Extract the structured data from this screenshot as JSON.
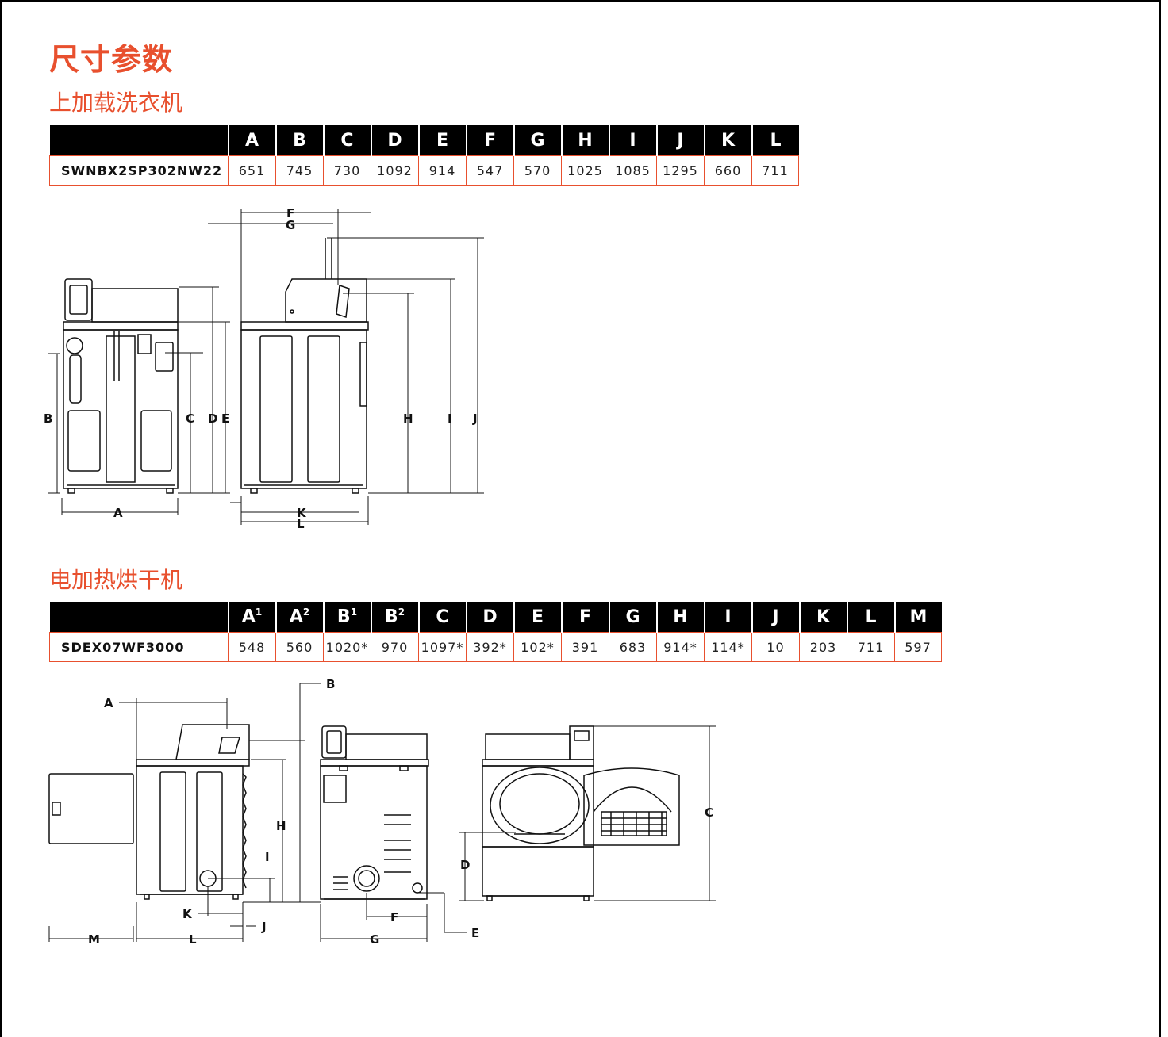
{
  "title": "尺寸参数",
  "washer": {
    "section_title": "上加载洗衣机",
    "columns": [
      "A",
      "B",
      "C",
      "D",
      "E",
      "F",
      "G",
      "H",
      "I",
      "J",
      "K",
      "L"
    ],
    "model": "SWNBX2SP302NW22",
    "values": [
      "651",
      "745",
      "730",
      "1092",
      "914",
      "547",
      "570",
      "1025",
      "1085",
      "1295",
      "660",
      "711"
    ],
    "diagram_labels": {
      "A": "A",
      "B": "B",
      "C": "C",
      "D": "D",
      "E": "E",
      "F": "F",
      "G": "G",
      "H": "H",
      "I": "I",
      "J": "J",
      "K": "K",
      "L": "L"
    }
  },
  "dryer": {
    "section_title": "电加热烘干机",
    "columns": [
      {
        "letter": "A",
        "sup": "1"
      },
      {
        "letter": "A",
        "sup": "2"
      },
      {
        "letter": "B",
        "sup": "1"
      },
      {
        "letter": "B",
        "sup": "2"
      },
      {
        "letter": "C",
        "sup": ""
      },
      {
        "letter": "D",
        "sup": ""
      },
      {
        "letter": "E",
        "sup": ""
      },
      {
        "letter": "F",
        "sup": ""
      },
      {
        "letter": "G",
        "sup": ""
      },
      {
        "letter": "H",
        "sup": ""
      },
      {
        "letter": "I",
        "sup": ""
      },
      {
        "letter": "J",
        "sup": ""
      },
      {
        "letter": "K",
        "sup": ""
      },
      {
        "letter": "L",
        "sup": ""
      },
      {
        "letter": "M",
        "sup": ""
      }
    ],
    "model": "SDEX07WF3000",
    "values": [
      "548",
      "560",
      "1020*",
      "970",
      "1097*",
      "392*",
      "102*",
      "391",
      "683",
      "914*",
      "114*",
      "10",
      "203",
      "711",
      "597"
    ],
    "diagram_labels": {
      "A": "A",
      "B": "B",
      "C": "C",
      "D": "D",
      "E": "E",
      "F": "F",
      "G": "G",
      "H": "H",
      "I": "I",
      "J": "J",
      "K": "K",
      "L": "L",
      "M": "M"
    }
  },
  "colors": {
    "accent": "#e8502e",
    "header_bg": "#000000"
  }
}
